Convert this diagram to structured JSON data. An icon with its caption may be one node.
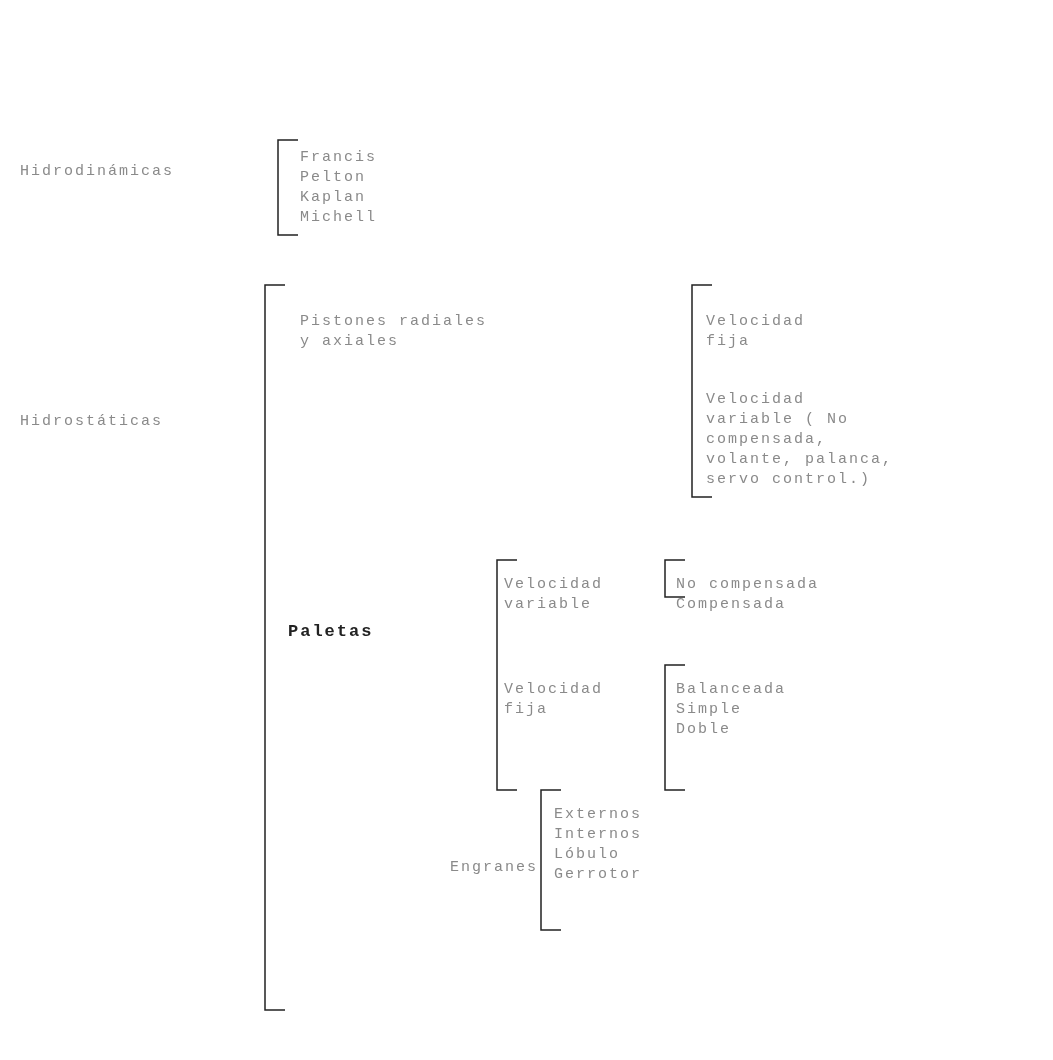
{
  "diagram": {
    "labels": [
      "Hidrodinámicas",
      "Francis",
      "Pelton",
      "Kaplan",
      "Michell",
      "Hidrostáticas",
      "Pistones radiales y axiales",
      "Velocidad fija",
      "Velocidad variable ( No compensada, volante, palanca, servo control.)",
      "Paletas",
      "Velocidad variable",
      "No compensada",
      "Compensada",
      "Velocidad fija",
      "Balanceada",
      "Simple",
      "Doble",
      "Engranes",
      "Externos",
      "Internos",
      "Lóbulo",
      "Gerrotor"
    ]
  }
}
